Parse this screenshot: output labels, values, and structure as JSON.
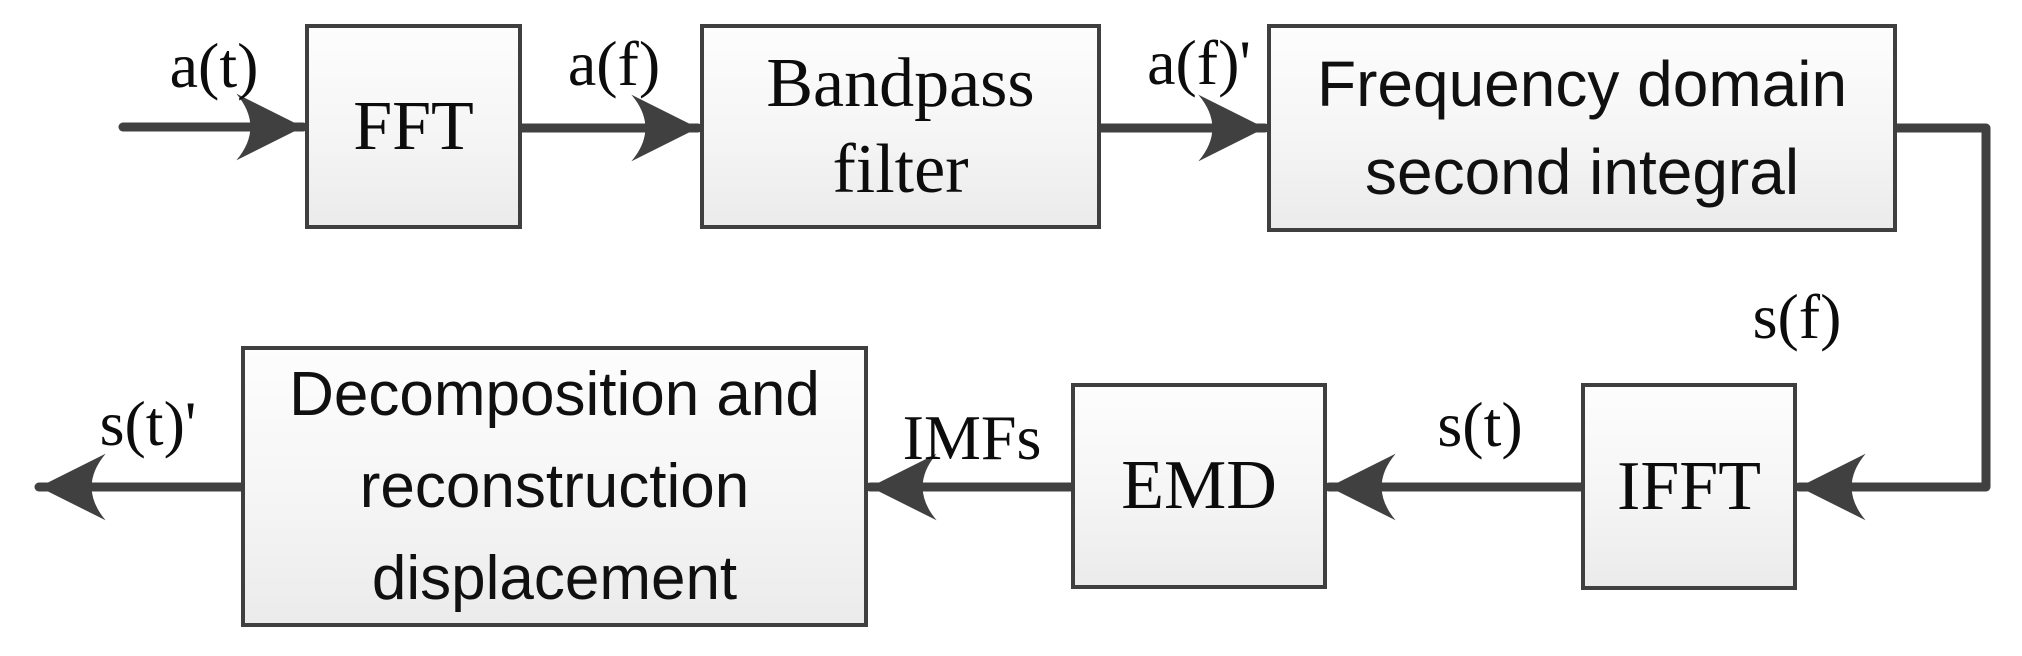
{
  "diagram": {
    "title_hint": "FFT / EMD displacement reconstruction signal flow",
    "background": "#ffffff",
    "line_color": "#404040",
    "box_border_color": "#3f3f3f",
    "box_fill_top": "#fdfdfd",
    "box_fill_bottom": "#ebebeb",
    "shadow_dot_color": "#c9c9c9"
  },
  "boxes": {
    "fft": {
      "label": "FFT"
    },
    "bandpass": {
      "lines": [
        "Bandpass",
        "filter"
      ]
    },
    "freq_integral": {
      "lines": [
        "Frequency domain",
        "second integral"
      ]
    },
    "ifft": {
      "label": "IFFT"
    },
    "emd": {
      "label": "EMD"
    },
    "decomp": {
      "lines": [
        "Decomposition and",
        "reconstruction",
        "displacement"
      ]
    }
  },
  "labels": {
    "input": "a(t)",
    "after_fft": "a(f)",
    "after_bandpass": "a(f)'",
    "after_integral": "s(f)",
    "after_ifft": "s(t)",
    "after_emd": "IMFs",
    "output": "s(t)'"
  }
}
